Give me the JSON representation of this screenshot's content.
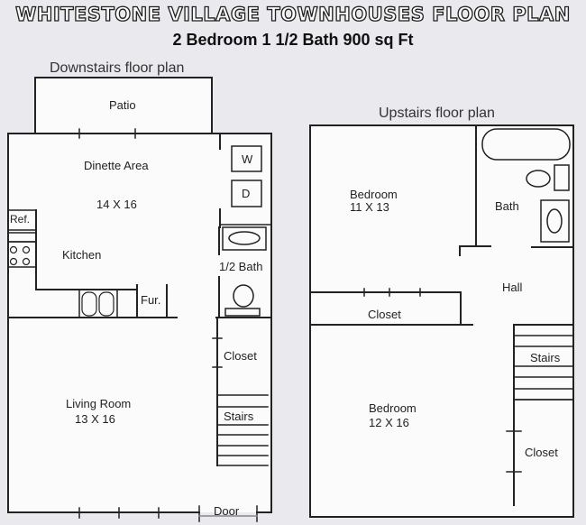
{
  "header": {
    "title": "WHITESTONE VILLAGE TOWNHOUSES FLOOR PLAN",
    "subtitle": "2 Bedroom 1 1/2 Bath 900 sq Ft"
  },
  "downstairs": {
    "label": "Downstairs floor plan",
    "rooms": {
      "patio": "Patio",
      "dinette": "Dinette Area",
      "dinette_size": "14 X 16",
      "kitchen": "Kitchen",
      "ref": "Ref.",
      "fur": "Fur.",
      "washer": "W",
      "dryer": "D",
      "half_bath": "1/2 Bath",
      "closet": "Closet",
      "stairs": "Stairs",
      "living": "Living Room",
      "living_size": "13 X 16",
      "door": "Door"
    }
  },
  "upstairs": {
    "label": "Upstairs floor plan",
    "rooms": {
      "bedroom1": "Bedroom",
      "bedroom1_size": "11 X 13",
      "bath": "Bath",
      "hall": "Hall",
      "closet1": "Closet",
      "stairs": "Stairs",
      "bedroom2": "Bedroom",
      "bedroom2_size": "12 X 16",
      "closet2": "Closet"
    }
  },
  "colors": {
    "background": "#e9e9ee",
    "paper": "#fbfbfb",
    "line": "#222222"
  }
}
